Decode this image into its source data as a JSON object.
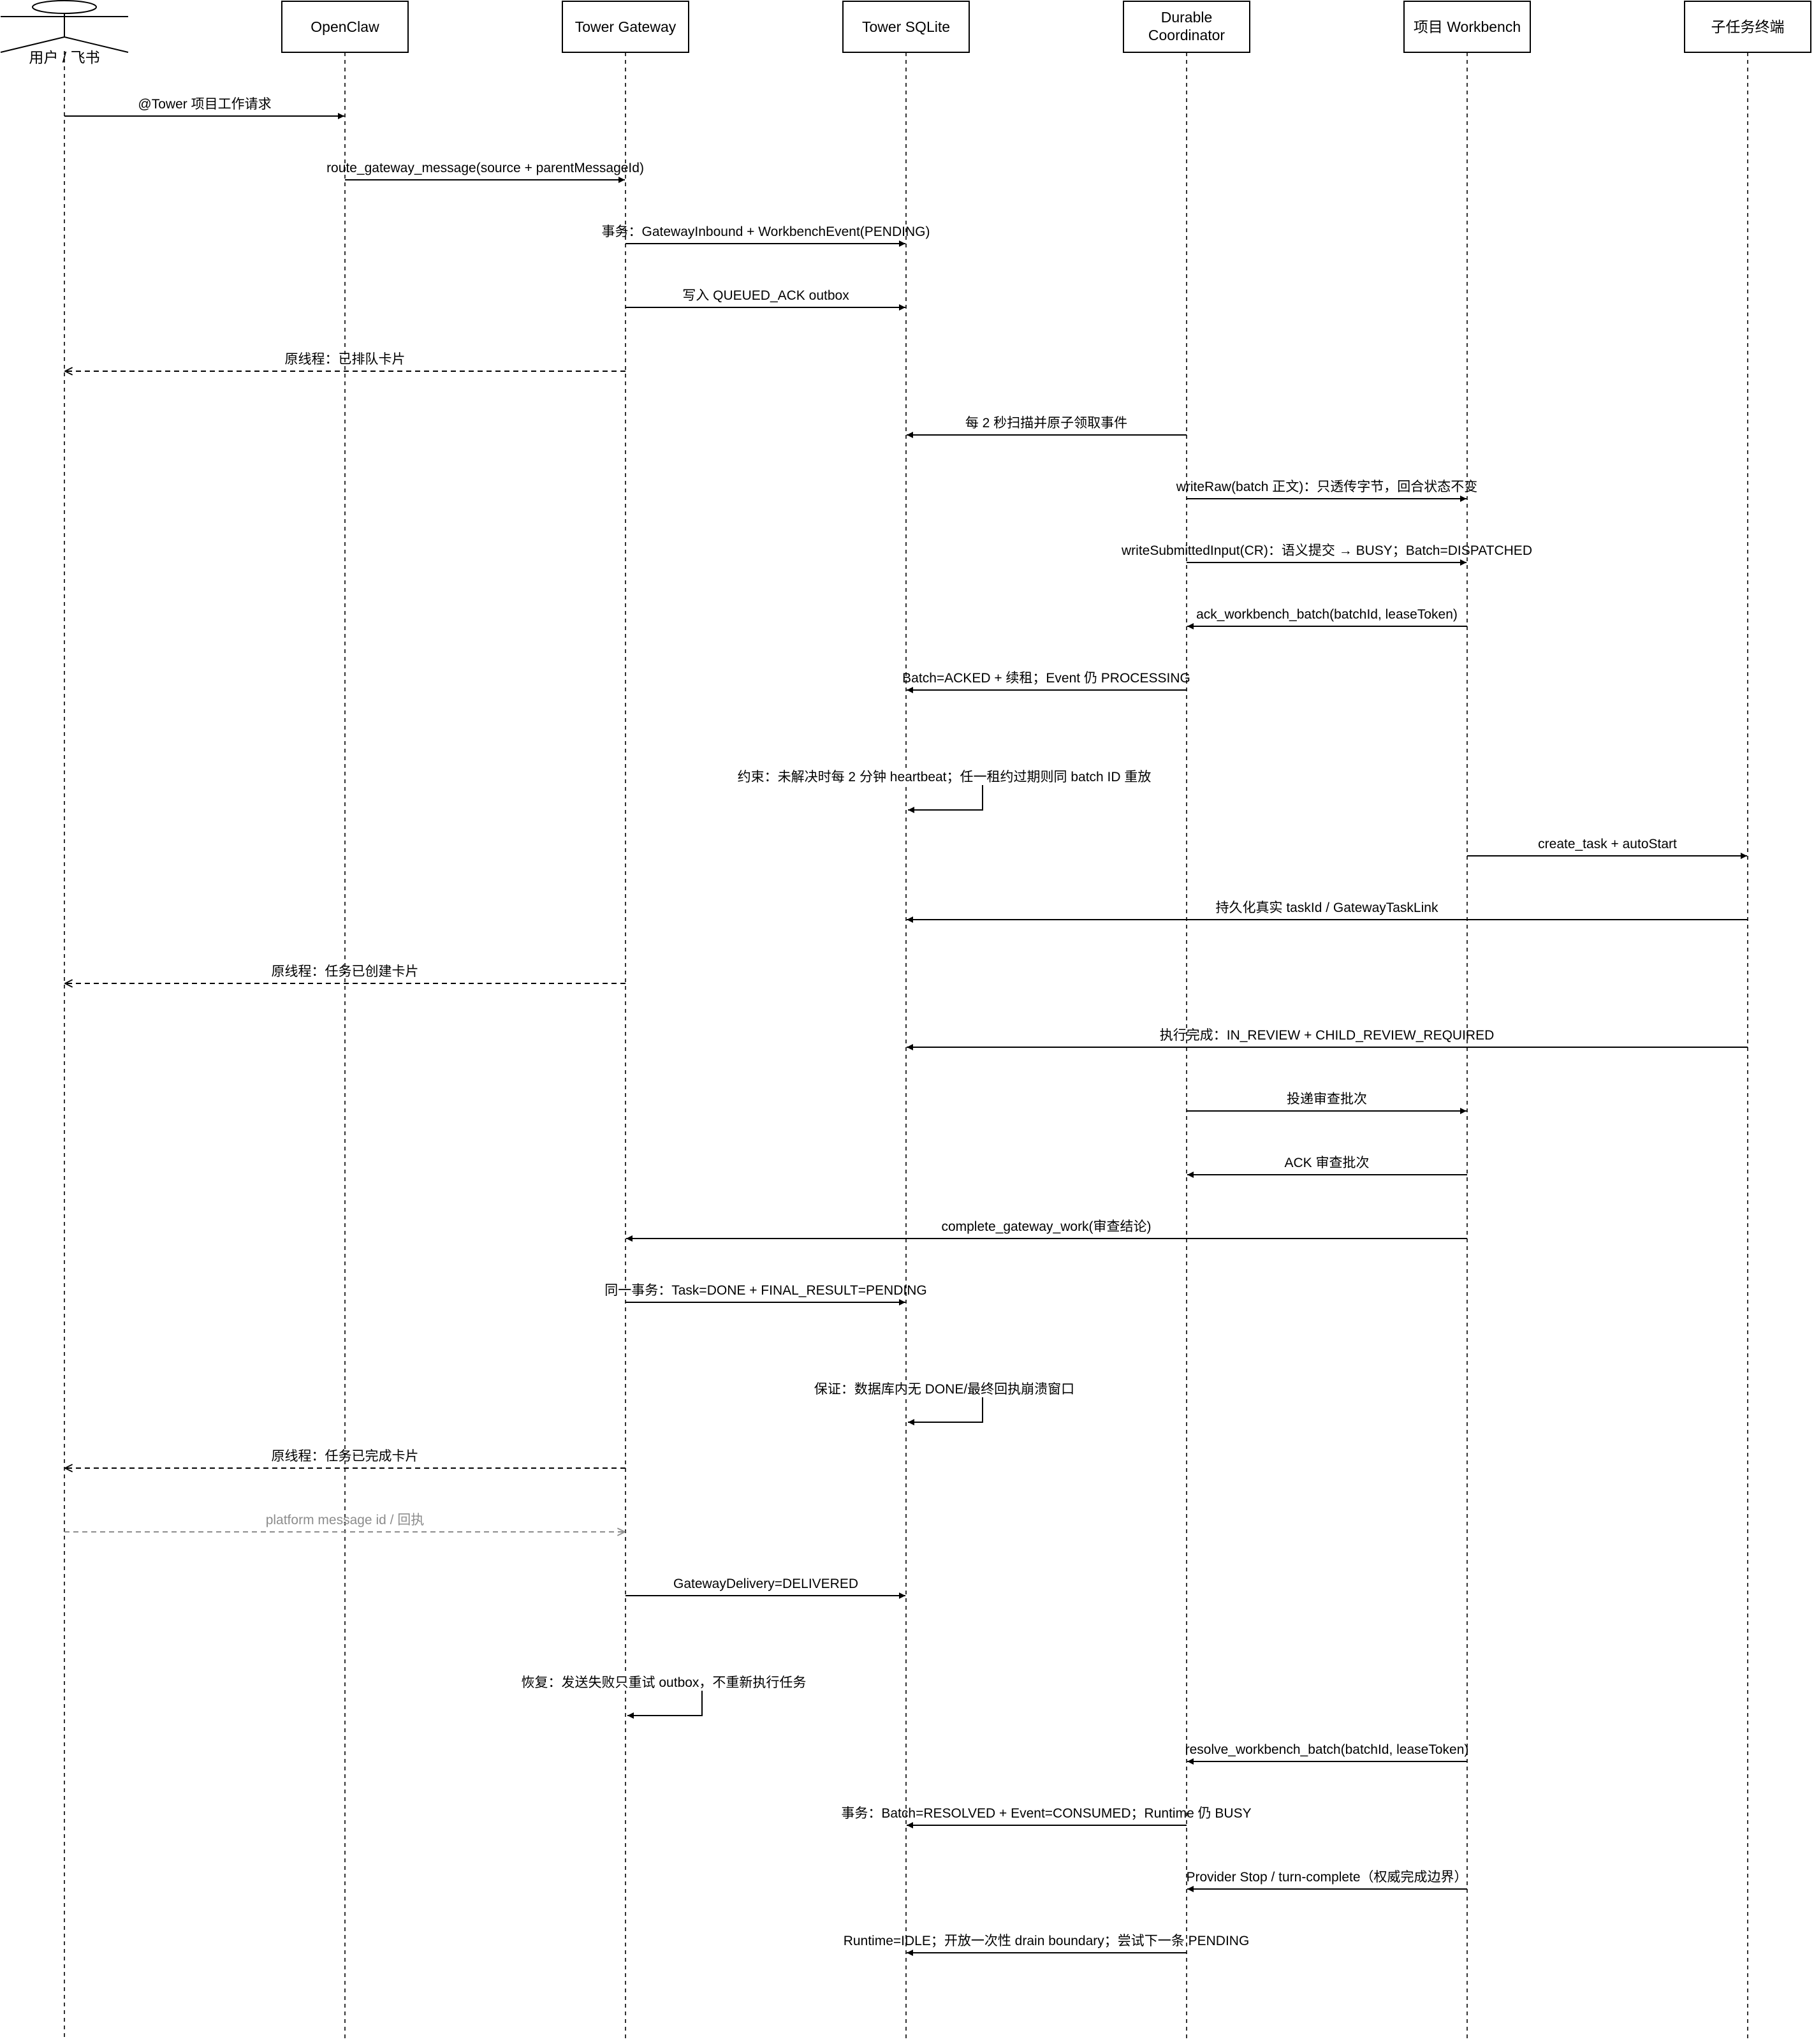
{
  "participants": [
    {
      "id": "user",
      "kind": "actor",
      "name": "用户 / 飞书"
    },
    {
      "id": "openclaw",
      "kind": "box",
      "name": "OpenClaw"
    },
    {
      "id": "gateway",
      "kind": "box",
      "name": "Tower Gateway"
    },
    {
      "id": "sqlite",
      "kind": "box",
      "name": "Tower SQLite"
    },
    {
      "id": "coordinator",
      "kind": "box",
      "name": "Durable Coordinator",
      "lines": [
        "Durable",
        "Coordinator"
      ]
    },
    {
      "id": "workbench",
      "kind": "box",
      "name": "项目 Workbench"
    },
    {
      "id": "terminal",
      "kind": "box",
      "name": "子任务终端"
    }
  ],
  "messages": [
    {
      "from": "user",
      "to": "openclaw",
      "style": "solid",
      "label": "@Tower 项目工作请求"
    },
    {
      "from": "openclaw",
      "to": "gateway",
      "style": "solid",
      "label": "route_gateway_message(source + parentMessageId)"
    },
    {
      "from": "gateway",
      "to": "sqlite",
      "style": "solid",
      "label": "事务：GatewayInbound + WorkbenchEvent(PENDING)"
    },
    {
      "from": "gateway",
      "to": "sqlite",
      "style": "solid",
      "label": "写入 QUEUED_ACK outbox"
    },
    {
      "from": "gateway",
      "to": "user",
      "style": "dashed",
      "label": "原线程：已排队卡片"
    },
    {
      "from": "coordinator",
      "to": "sqlite",
      "style": "solid",
      "label": "每 2 秒扫描并原子领取事件"
    },
    {
      "from": "coordinator",
      "to": "workbench",
      "style": "solid",
      "label": "writeRaw(batch 正文)：只透传字节，回合状态不变"
    },
    {
      "from": "coordinator",
      "to": "workbench",
      "style": "solid",
      "label": "writeSubmittedInput(CR)：语义提交 → BUSY；Batch=DISPATCHED"
    },
    {
      "from": "workbench",
      "to": "coordinator",
      "style": "solid",
      "label": "ack_workbench_batch(batchId, leaseToken)"
    },
    {
      "from": "coordinator",
      "to": "sqlite",
      "style": "solid",
      "label": "Batch=ACKED + 续租；Event 仍 PROCESSING"
    },
    {
      "from": "sqlite",
      "to": "sqlite",
      "style": "self",
      "label": "约束：未解决时每 2 分钟 heartbeat；任一租约过期则同 batch ID 重放"
    },
    {
      "from": "workbench",
      "to": "terminal",
      "style": "solid",
      "label": "create_task + autoStart"
    },
    {
      "from": "terminal",
      "to": "sqlite",
      "style": "solid",
      "label": "持久化真实 taskId / GatewayTaskLink"
    },
    {
      "from": "gateway",
      "to": "user",
      "style": "dashed",
      "label": "原线程：任务已创建卡片"
    },
    {
      "from": "terminal",
      "to": "sqlite",
      "style": "solid",
      "label": "执行完成：IN_REVIEW + CHILD_REVIEW_REQUIRED"
    },
    {
      "from": "coordinator",
      "to": "workbench",
      "style": "solid",
      "label": "投递审查批次"
    },
    {
      "from": "workbench",
      "to": "coordinator",
      "style": "solid",
      "label": "ACK 审查批次"
    },
    {
      "from": "workbench",
      "to": "gateway",
      "style": "solid",
      "label": "complete_gateway_work(审查结论)"
    },
    {
      "from": "gateway",
      "to": "sqlite",
      "style": "solid",
      "label": "同一事务：Task=DONE + FINAL_RESULT=PENDING"
    },
    {
      "from": "sqlite",
      "to": "sqlite",
      "style": "self",
      "label": "保证：数据库内无 DONE/最终回执崩溃窗口"
    },
    {
      "from": "gateway",
      "to": "user",
      "style": "dashed",
      "label": "原线程：任务已完成卡片"
    },
    {
      "from": "user",
      "to": "gateway",
      "style": "dashed-gray",
      "label": "platform message id / 回执"
    },
    {
      "from": "gateway",
      "to": "sqlite",
      "style": "solid",
      "label": "GatewayDelivery=DELIVERED"
    },
    {
      "from": "gateway",
      "to": "gateway",
      "style": "self",
      "label": "恢复：发送失败只重试 outbox，不重新执行任务"
    },
    {
      "from": "workbench",
      "to": "coordinator",
      "style": "solid",
      "label": "resolve_workbench_batch(batchId, leaseToken)"
    },
    {
      "from": "coordinator",
      "to": "sqlite",
      "style": "solid",
      "label": "事务：Batch=RESOLVED + Event=CONSUMED；Runtime 仍 BUSY"
    },
    {
      "from": "workbench",
      "to": "coordinator",
      "style": "solid",
      "label": "Provider Stop / turn-complete（权威完成边界）"
    },
    {
      "from": "coordinator",
      "to": "sqlite",
      "style": "solid",
      "label": "Runtime=IDLE；开放一次性 drain boundary；尝试下一条 PENDING"
    }
  ]
}
